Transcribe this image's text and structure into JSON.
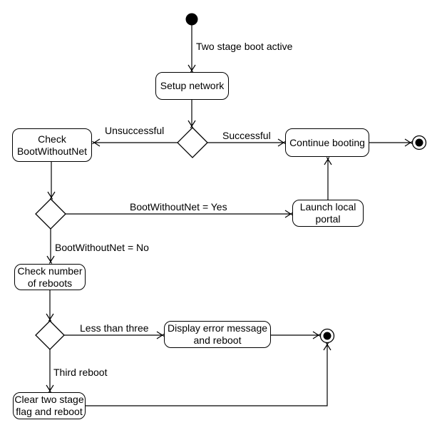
{
  "colors": {
    "stroke": "#000000",
    "background": "#ffffff"
  },
  "nodes": {
    "setup_network": {
      "label": "Setup network"
    },
    "check_bootwithoutnet": {
      "label": "Check BootWithoutNet"
    },
    "continue_booting": {
      "label": "Continue booting"
    },
    "launch_local_portal": {
      "label": "Launch local portal"
    },
    "check_number_of_reboots": {
      "label": "Check number of reboots"
    },
    "display_error_and_reboot": {
      "label": "Display error message and reboot"
    },
    "clear_flag_and_reboot": {
      "label": "Clear two stage flag and reboot"
    }
  },
  "edge_labels": {
    "start": "Two stage boot active",
    "unsuccessful": "Unsuccessful",
    "successful": "Successful",
    "bwn_yes": "BootWithoutNet = Yes",
    "bwn_no": "BootWithoutNet = No",
    "less_than_three": "Less than three",
    "third_reboot": "Third reboot"
  }
}
